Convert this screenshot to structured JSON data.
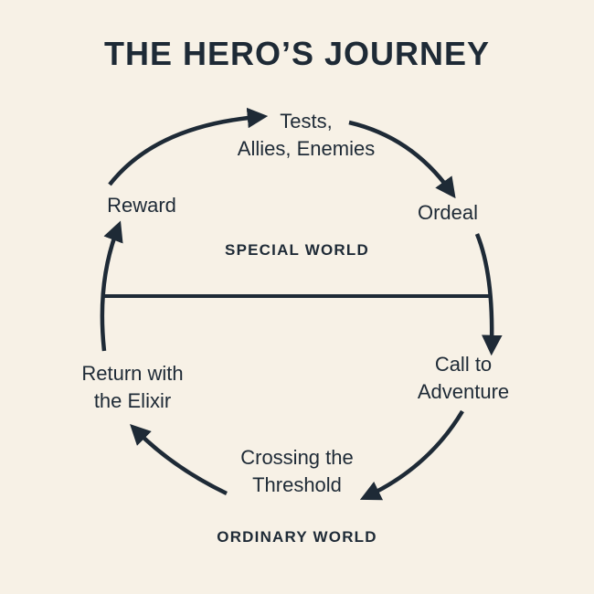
{
  "title": "THE HERO’S JOURNEY",
  "colors": {
    "background": "#f7f1e6",
    "ink": "#1e2a36"
  },
  "worlds": {
    "upper": "SPECIAL WORLD",
    "lower": "ORDINARY WORLD"
  },
  "stages": [
    {
      "id": "tests",
      "lines": [
        "Tests,",
        "Allies, Enemies"
      ]
    },
    {
      "id": "ordeal",
      "lines": [
        "Ordeal"
      ]
    },
    {
      "id": "call",
      "lines": [
        "Call to",
        "Adventure"
      ]
    },
    {
      "id": "crossing",
      "lines": [
        "Crossing the",
        "Threshold"
      ]
    },
    {
      "id": "return",
      "lines": [
        "Return with",
        "the Elixir"
      ]
    },
    {
      "id": "reward",
      "lines": [
        "Reward"
      ]
    }
  ]
}
